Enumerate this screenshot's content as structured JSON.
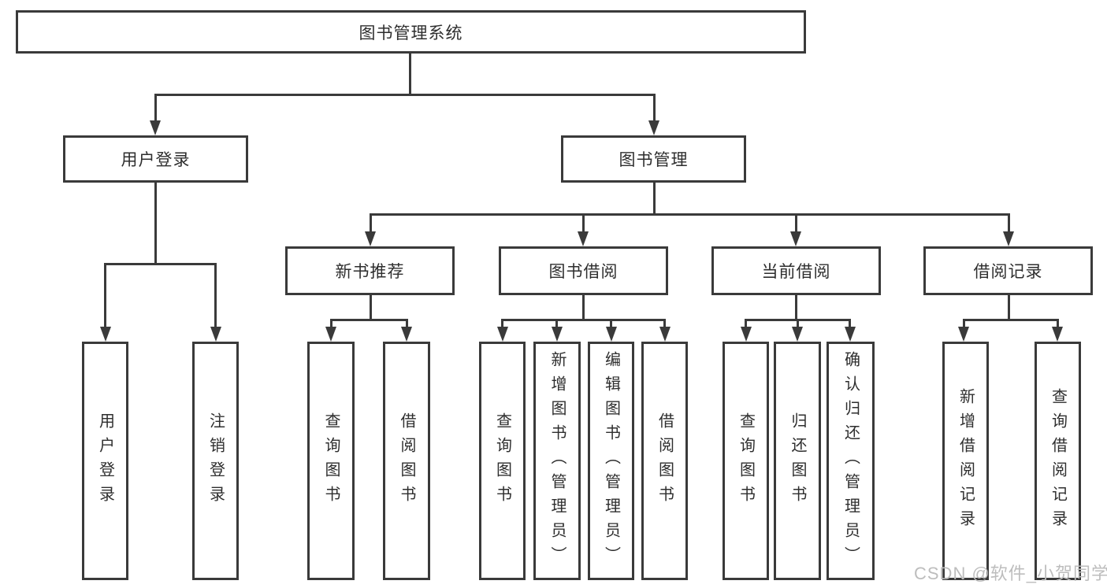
{
  "tree": {
    "root": {
      "label": "图书管理系统",
      "children": [
        {
          "label": "用户登录",
          "children": [
            {
              "label": "用户登录"
            },
            {
              "label": "注销登录"
            }
          ]
        },
        {
          "label": "图书管理",
          "children": [
            {
              "label": "新书推荐",
              "children": [
                {
                  "label": "查询图书"
                },
                {
                  "label": "借阅图书"
                }
              ]
            },
            {
              "label": "图书借阅",
              "children": [
                {
                  "label": "查询图书"
                },
                {
                  "label": "新增图书（管理员）"
                },
                {
                  "label": "编辑图书（管理员）"
                },
                {
                  "label": "借阅图书"
                }
              ]
            },
            {
              "label": "当前借阅",
              "children": [
                {
                  "label": "查询图书"
                },
                {
                  "label": "归还图书"
                },
                {
                  "label": "确认归还（管理员）"
                }
              ]
            },
            {
              "label": "借阅记录",
              "children": [
                {
                  "label": "新增借阅记录"
                },
                {
                  "label": "查询借阅记录"
                }
              ]
            }
          ]
        }
      ]
    }
  },
  "watermark": {
    "text": "CSDN @软件_小贺同学"
  },
  "colors": {
    "line": "#3a3a3a",
    "background": "#ffffff",
    "watermark_text": "#bdbdbd"
  }
}
